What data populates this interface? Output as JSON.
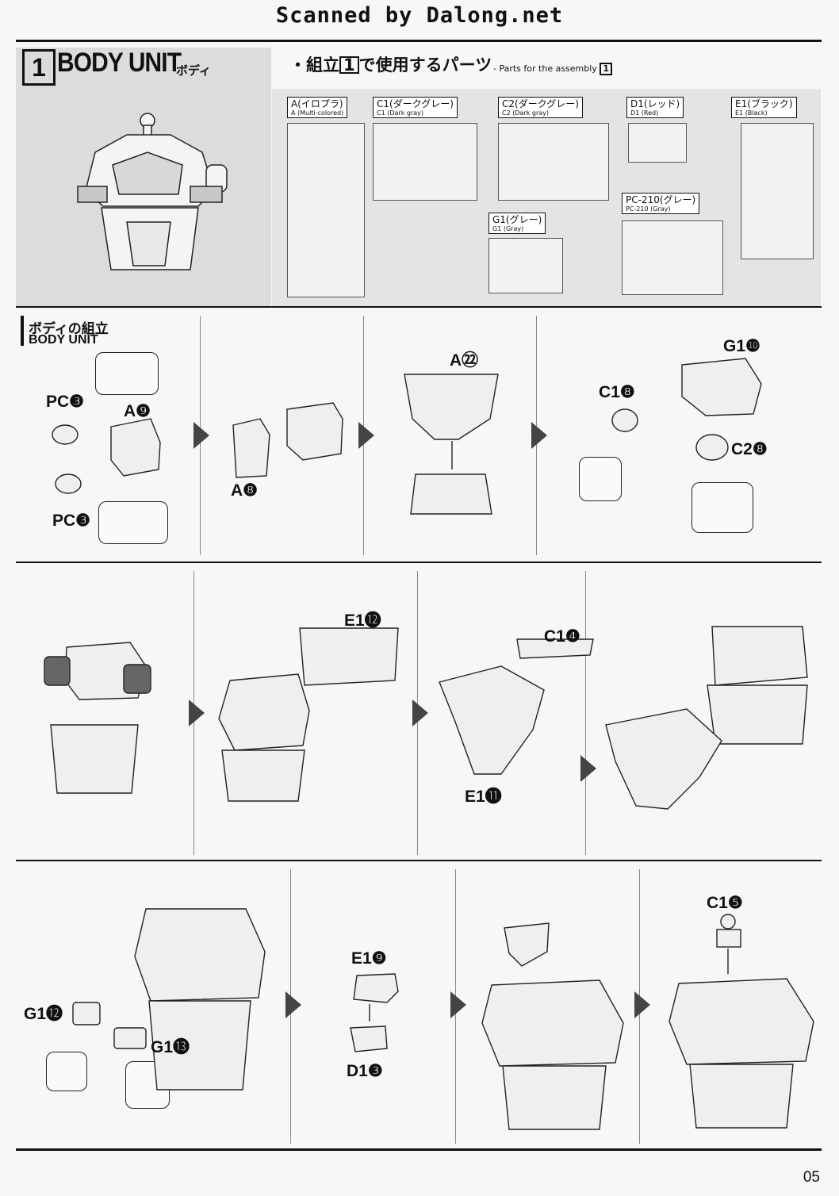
{
  "watermark": "Scanned by Dalong.net",
  "section": {
    "number": "1",
    "title": "BODY UNIT",
    "title_jp": "ボディ"
  },
  "parts_header": {
    "prefix": "・組立",
    "box": "1",
    "suffix": "で使用するパーツ",
    "en_prefix": "- Parts for the assembly",
    "en_box": "1"
  },
  "runners": [
    {
      "jp": "A(イロプラ)",
      "en": "A (Multi-colored)"
    },
    {
      "jp": "C1(ダークグレー)",
      "en": "C1 (Dark gray)"
    },
    {
      "jp": "C2(ダークグレー)",
      "en": "C2 (Dark gray)"
    },
    {
      "jp": "D1(レッド)",
      "en": "D1 (Red)"
    },
    {
      "jp": "E1(ブラック)",
      "en": "E1 (Black)"
    },
    {
      "jp": "G1(グレー)",
      "en": "G1 (Gray)"
    },
    {
      "jp": "PC-210(グレー)",
      "en": "PC-210 (Gray)"
    }
  ],
  "subassembly": {
    "jp": "ボディの組立",
    "en": "BODY UNIT"
  },
  "part_labels": {
    "pc3_top": "PC❸",
    "a9": "A❾",
    "pc3_bottom": "PC❸",
    "a8": "A❽",
    "a22": "A㉒",
    "c18": "C1❽",
    "g110": "G1❿",
    "c28": "C2❽",
    "e112": "E1⓬",
    "c14": "C1❹",
    "e111": "E1⓫",
    "g112": "G1⓬",
    "g113": "G1⓭",
    "e19": "E1❾",
    "d13": "D1❸",
    "c15": "C1❺"
  },
  "page_number": "05"
}
